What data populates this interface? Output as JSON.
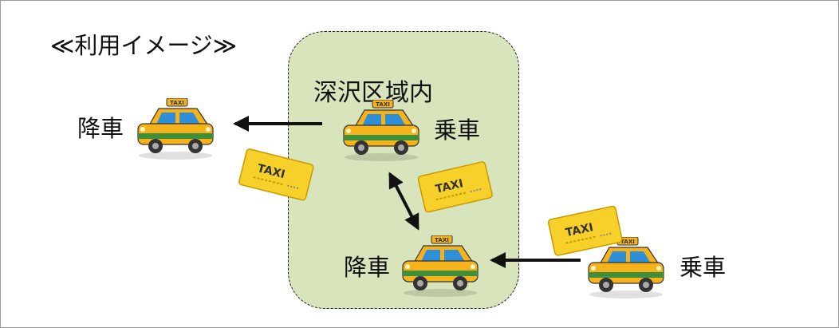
{
  "title": "≪利用イメージ≫",
  "zone_label": "深沢区域内",
  "labels": {
    "dropoff_outside": "降車",
    "pickup_inside": "乗車",
    "dropoff_inside": "降車",
    "pickup_outside": "乗車"
  },
  "taxi_sign_text": "TAXI",
  "ticket_text": "TAXI",
  "colors": {
    "zone_fill": "#d8e4bc",
    "taxi_body": "#f5b21b",
    "ticket": "#f7d02a",
    "arrow": "#111111"
  }
}
